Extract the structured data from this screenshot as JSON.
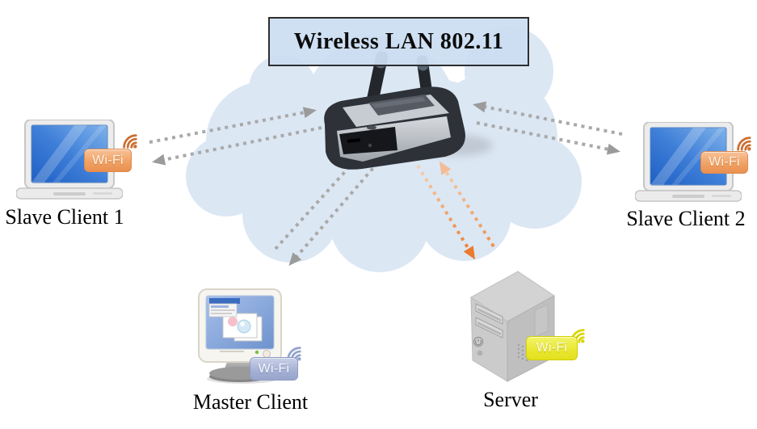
{
  "title": {
    "label": "Wireless LAN 802.11"
  },
  "nodes": [
    {
      "id": "slave-client-1",
      "type": "laptop",
      "label": "Slave Client 1",
      "badge": "Wi-Fi",
      "badge_color": "#ef9d60"
    },
    {
      "id": "slave-client-2",
      "type": "laptop",
      "label": "Slave Client 2",
      "badge": "Wi-Fi",
      "badge_color": "#ef9d60"
    },
    {
      "id": "master-client",
      "type": "desktop-computer",
      "label": "Master Client",
      "badge": "Wi-Fi",
      "badge_color": "#a3aed2"
    },
    {
      "id": "server",
      "type": "server-tower",
      "label": "Server",
      "badge": "Wi-Fi",
      "badge_color": "#e8e72e"
    },
    {
      "id": "router",
      "type": "wireless-access-point",
      "label": ""
    }
  ],
  "connections": [
    {
      "from": "slave-client-1",
      "to": "router",
      "style": "dotted-arrow",
      "color": "#a9a9a9"
    },
    {
      "from": "router",
      "to": "slave-client-1",
      "style": "dotted-arrow",
      "color": "#a9a9a9"
    },
    {
      "from": "slave-client-2",
      "to": "router",
      "style": "dotted-arrow",
      "color": "#a9a9a9"
    },
    {
      "from": "router",
      "to": "slave-client-2",
      "style": "dotted-arrow",
      "color": "#a9a9a9"
    },
    {
      "from": "master-client",
      "to": "router",
      "style": "dotted-arrow",
      "color": "#a9a9a9"
    },
    {
      "from": "router",
      "to": "master-client",
      "style": "dotted-arrow",
      "color": "#a9a9a9"
    },
    {
      "from": "router",
      "to": "server",
      "style": "dotted-arrow",
      "color": "#ec7a2d"
    },
    {
      "from": "server",
      "to": "router",
      "style": "dotted-arrow",
      "color": "#f0a46b"
    }
  ],
  "colors": {
    "cloud": "#dce7f4",
    "title_box_bg": "#cbddf2",
    "title_box_border": "#2e2e2e",
    "arrow_gray": "#a9a9a9",
    "arrow_orange_dark": "#ec7a2d",
    "arrow_orange_light": "#f5cfae",
    "badge_orange": "#ef9d60",
    "badge_slate": "#a3aed2",
    "badge_yellow": "#e8e72e"
  }
}
